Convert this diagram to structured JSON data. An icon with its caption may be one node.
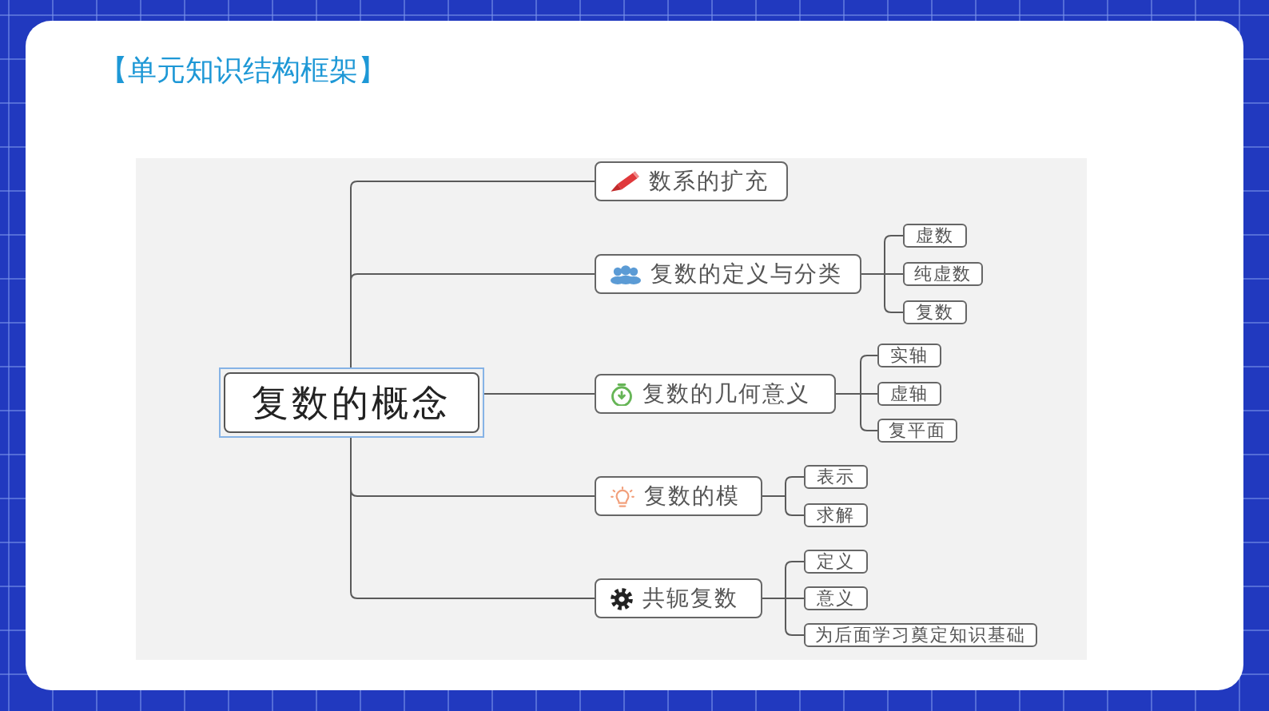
{
  "diagram": {
    "title": "【单元知识结构框架】",
    "nodes": [
      {
        "text": [
          "复数的概念"
        ]
      },
      {
        "text": [
          "数系的扩充"
        ]
      },
      {
        "text": [
          "复数的定义与分类"
        ]
      },
      {
        "text": [
          "虚数"
        ]
      },
      {
        "text": [
          "纯虚数"
        ]
      },
      {
        "text": [
          "复数"
        ]
      },
      {
        "text": [
          "复数的几何意义"
        ]
      },
      {
        "text": [
          "实轴"
        ]
      },
      {
        "text": [
          "虚轴"
        ]
      },
      {
        "text": [
          "复平面"
        ]
      },
      {
        "text": [
          "复数的模"
        ]
      },
      {
        "text": [
          "表示"
        ]
      },
      {
        "text": [
          "求解"
        ]
      },
      {
        "text": [
          "共轭复数"
        ]
      },
      {
        "text": [
          "定义"
        ]
      },
      {
        "text": [
          "意义"
        ]
      },
      {
        "text": [
          "为后面学习奠定知识基础"
        ]
      }
    ],
    "edges": [
      {
        "from": 0,
        "to": 1,
        "arrow": "none"
      },
      {
        "from": 0,
        "to": 2,
        "arrow": "none"
      },
      {
        "from": 0,
        "to": 6,
        "arrow": "none"
      },
      {
        "from": 0,
        "to": 10,
        "arrow": "none"
      },
      {
        "from": 0,
        "to": 13,
        "arrow": "none"
      },
      {
        "from": 2,
        "to": 3,
        "arrow": "none"
      },
      {
        "from": 2,
        "to": 4,
        "arrow": "none"
      },
      {
        "from": 2,
        "to": 5,
        "arrow": "none"
      },
      {
        "from": 6,
        "to": 7,
        "arrow": "none"
      },
      {
        "from": 6,
        "to": 8,
        "arrow": "none"
      },
      {
        "from": 6,
        "to": 9,
        "arrow": "none"
      },
      {
        "from": 10,
        "to": 11,
        "arrow": "none"
      },
      {
        "from": 10,
        "to": 12,
        "arrow": "none"
      },
      {
        "from": 13,
        "to": 14,
        "arrow": "none"
      },
      {
        "from": 13,
        "to": 15,
        "arrow": "none"
      },
      {
        "from": 13,
        "to": 16,
        "arrow": "none"
      }
    ]
  }
}
